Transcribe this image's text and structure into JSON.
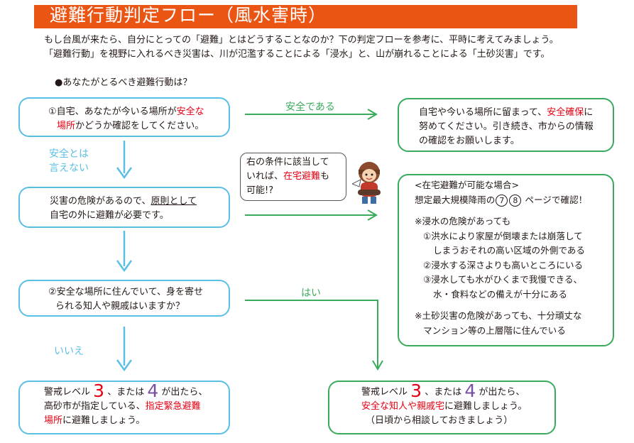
{
  "header": {
    "title": "避難行動判定フロー（風水害時）"
  },
  "intro": {
    "line1": "もし台風が来たら、自分にとっての「避難」とはどうすることなのか？下の判定フローを参考に、平時に考えてみましょう。",
    "line2": "「避難行動」を視野に入れるべき災害は、川が氾濫することによる「浸水」と、山が崩れることによる「土砂災害」です。"
  },
  "question": "●あなたがとるべき避難行動は？",
  "step1": {
    "a": "①自宅、あなたが今いる場所が",
    "a_red": "安全な",
    "b_red": "場所",
    "b": "かどうか確認をしてください。"
  },
  "step2": {
    "a": "災害の危険があるので、",
    "a_under": "原則として",
    "b": "自宅の外に避難が必要です。"
  },
  "step3": {
    "a": "②安全な場所に住んでいて、身を寄せ",
    "b": "られる知人や親戚はいますか？"
  },
  "safe_label": "安全である",
  "not_safe_label": {
    "line1": "安全とは",
    "line2": "言えない"
  },
  "yes_label": "はい",
  "no_label": "いいえ",
  "stay_box": {
    "a": "自宅や今いる場所に留まって、",
    "a_red": "安全確保",
    "a_end": "に",
    "b": "努めてください。引き続き、市からの情報",
    "c": "の確認をお願いします。"
  },
  "bubble": {
    "a": "右の条件に該当して",
    "b": "いれば、",
    "b_red": "在宅避難",
    "b_end": "も",
    "c": "可能!?"
  },
  "condition_box": {
    "heading": "<在宅避難が可能な場合>",
    "ref_a": "想定最大規模降雨の",
    "ref_num1": "7",
    "ref_num2": "8",
    "ref_b": "ページで確認！",
    "flood_heading": "※浸水の危険があっても",
    "c1a": "①洪水により家屋が倒壊または崩落して",
    "c1b": "しまうおそれの高い区域の外側である",
    "c2": "②浸水する深さよりも高いところにいる",
    "c3a": "③浸水しても水がひくまで我慢できる、",
    "c3b": "水・食料などの備えが十分にある",
    "land_a": "※土砂災害の危険があっても、十分頑丈な",
    "land_b": "マンション等の上層階に住んでいる"
  },
  "result_left": {
    "a": "警戒レベル",
    "level1": "3",
    "mid": "、または",
    "level2": "4",
    "end": "が出たら、",
    "b": "高砂市が指定している、",
    "b_red": "指定緊急避難",
    "c_red": "場所",
    "c": "に避難しましょう。"
  },
  "result_right": {
    "a": "警戒レベル",
    "level1": "3",
    "mid": "、または",
    "level2": "4",
    "end": "が出たら、",
    "b_red": "安全な知人や親戚宅",
    "b": "に避難しましょう。",
    "c": "（日頃から相談しておきましょう）"
  },
  "colors": {
    "title_bg": "#ea5514",
    "blue": "#5bbfe5",
    "green": "#3aab5c",
    "red": "#e60012",
    "purple": "#7a4f9f"
  }
}
